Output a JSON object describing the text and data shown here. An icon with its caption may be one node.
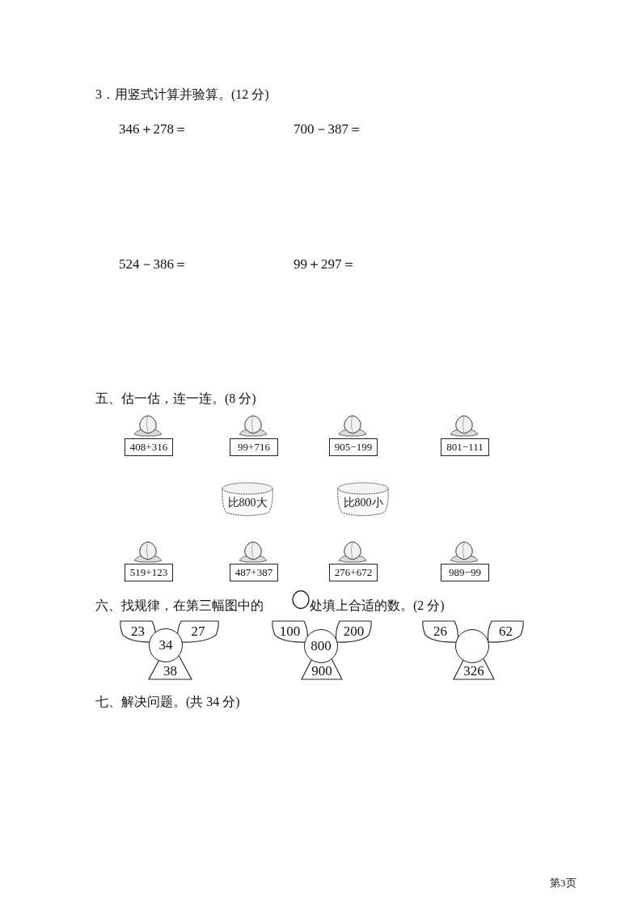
{
  "diagram": {
    "nodes": [
      {
        "text": [
          "408+316"
        ]
      },
      {
        "text": [
          "99+716"
        ]
      },
      {
        "text": [
          "905−199"
        ]
      },
      {
        "text": [
          "801−111"
        ]
      },
      {
        "text": [
          "比800大"
        ]
      },
      {
        "text": [
          "比800小"
        ]
      },
      {
        "text": [
          "519+123"
        ]
      },
      {
        "text": [
          "487+387"
        ]
      },
      {
        "text": [
          "276+672"
        ]
      },
      {
        "text": [
          "989−99"
        ]
      },
      {
        "text": [
          "23"
        ]
      },
      {
        "text": [
          "27"
        ]
      },
      {
        "text": [
          "34"
        ]
      },
      {
        "text": [
          "38"
        ]
      },
      {
        "text": [
          "100"
        ]
      },
      {
        "text": [
          "200"
        ]
      },
      {
        "text": [
          "800"
        ]
      },
      {
        "text": [
          "900"
        ]
      },
      {
        "text": [
          "26"
        ]
      },
      {
        "text": [
          "62"
        ]
      },
      {
        "text": [],
        "shape": "circle"
      },
      {
        "text": [
          "326"
        ]
      }
    ],
    "labels": [
      "3．用竖式计算并验算。(12 分)",
      "346＋278＝",
      "700－387＝",
      "524－386＝",
      "99＋297＝",
      "五、估一估，连一连。(8 分)",
      "六、找规律，在第三幅图中的",
      "处填上合适的数。(2 分)",
      "七、解决问题。(共 34 分)",
      "第3页"
    ]
  }
}
